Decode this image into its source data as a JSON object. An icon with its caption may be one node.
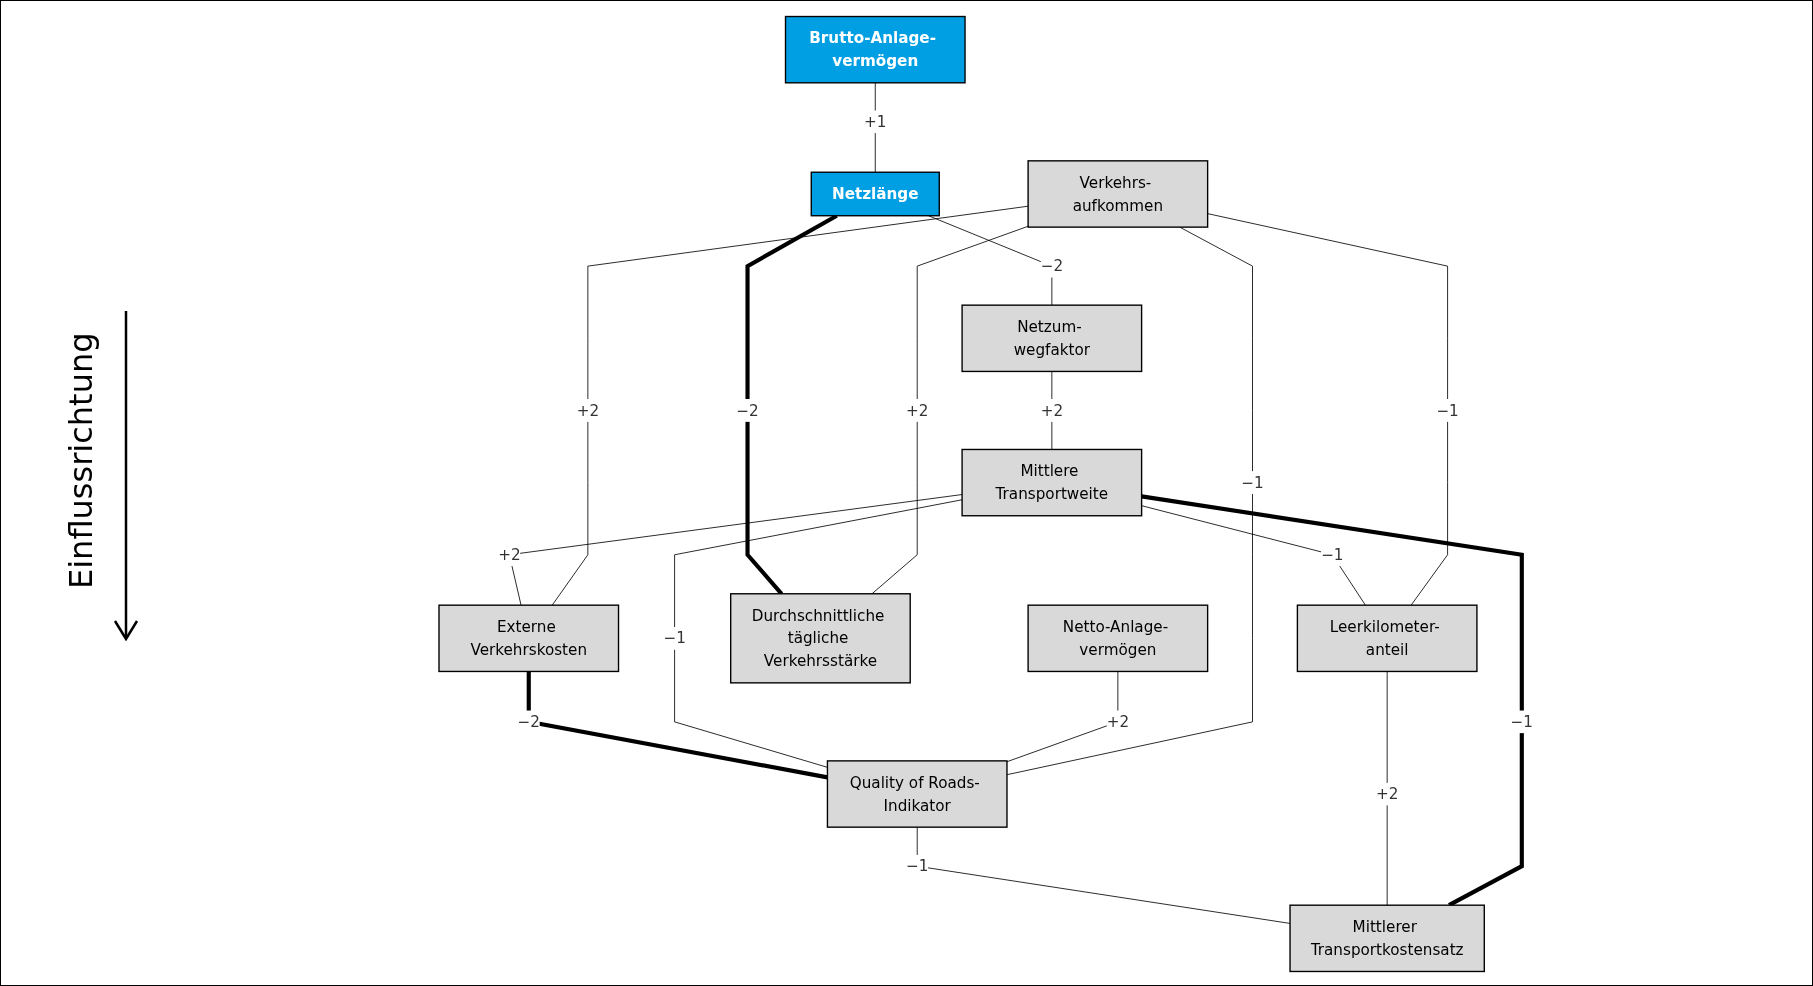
{
  "diagram": {
    "nodes": [
      {
        "text": [
          "Verkehrs- aufkommen"
        ]
      },
      {
        "text": [
          "Brutto-Anlage- vermögen"
        ]
      },
      {
        "text": [
          "Netto-Anlage- vermögen"
        ]
      },
      {
        "text": [
          "Netzlänge"
        ]
      },
      {
        "text": [
          "Netzum- wegfaktor"
        ]
      },
      {
        "text": [
          "Mittlere Transportweite"
        ]
      },
      {
        "text": [
          "Leerkilometer- anteil"
        ]
      },
      {
        "text": [
          "Quality of Roads- Indikator"
        ]
      },
      {
        "text": [
          "Durchschnittliche tägliche Verkehrsstärke"
        ]
      },
      {
        "text": [
          "Externe Verkehrskosten"
        ]
      },
      {
        "text": [
          "Mittlerer Transportkostensatz"
        ]
      }
    ],
    "edges": [
      {
        "from": 0,
        "to": 8,
        "arrow": "none",
        "label": "+2"
      },
      {
        "from": 0,
        "to": 9,
        "arrow": "none",
        "label": "+2"
      },
      {
        "from": 0,
        "to": 6,
        "arrow": "none",
        "label": "−1"
      },
      {
        "from": 0,
        "to": 7,
        "arrow": "none",
        "label": "−1"
      },
      {
        "from": 1,
        "to": 3,
        "arrow": "none",
        "label": "+1"
      },
      {
        "from": 3,
        "to": 4,
        "arrow": "none",
        "label": "−2"
      },
      {
        "from": 3,
        "to": 8,
        "arrow": "none",
        "label": "−2",
        "style": "thick"
      },
      {
        "from": 2,
        "to": 7,
        "arrow": "none",
        "label": "+2"
      },
      {
        "from": 4,
        "to": 5,
        "arrow": "none",
        "label": "+2"
      },
      {
        "from": 5,
        "to": 6,
        "arrow": "none",
        "label": "−1"
      },
      {
        "from": 5,
        "to": 7,
        "arrow": "none",
        "label": "−1"
      },
      {
        "from": 5,
        "to": 9,
        "arrow": "none",
        "label": "+2"
      },
      {
        "from": 5,
        "to": 10,
        "arrow": "none",
        "label": "−1",
        "style": "thick"
      },
      {
        "from": 6,
        "to": 10,
        "arrow": "none",
        "label": "+2"
      },
      {
        "from": 9,
        "to": 7,
        "arrow": "none",
        "label": "−2",
        "style": "thick"
      },
      {
        "from": 7,
        "to": 10,
        "arrow": "none",
        "label": "−1"
      }
    ],
    "labels": [
      "Einflussrichtung"
    ]
  }
}
